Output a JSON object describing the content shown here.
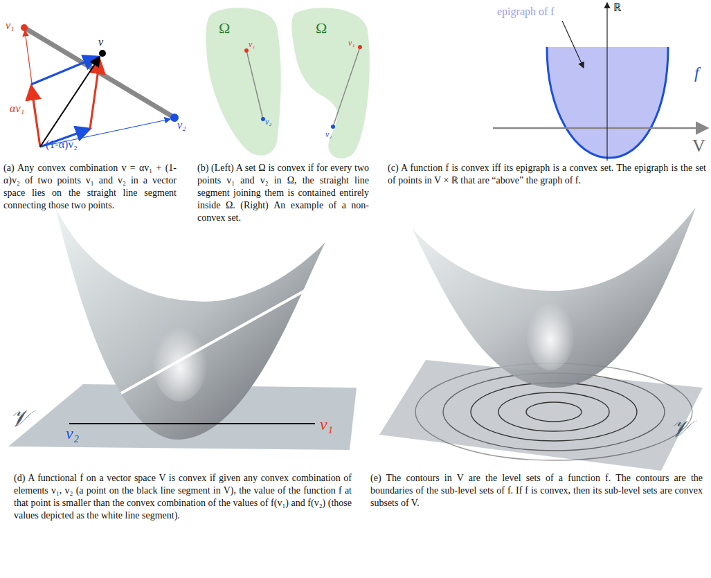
{
  "diagram": {
    "labels": [
      "v₁",
      "v",
      "v₂",
      "αv₁",
      "(1-α)v₂",
      "(a) Any convex combination v = αv₁ + (1-α)v₂ of two points v₁ and v₂ in a vector space lies on the straight line segment connecting those two points.",
      "Ω",
      "v₁",
      "v₂",
      "Ω",
      "v₁",
      "v₂",
      "(b) (Left) A set Ω is convex if for every two points v₁ and v₂ in Ω, the straight line segment joining them is contained entirely inside Ω. (Right) An example of a non-convex set.",
      "epigraph of f",
      "ℝ",
      "f",
      "V",
      "(c) A function f is convex iff its epigraph is a convex set. The epigraph is the set of points in V × ℝ that are “above” the graph of f.",
      "𝒱",
      "v₂",
      "v₁",
      "(d) A functional f on a vector space V is convex if given any convex combination of elements v₁, v₂ (a point on the black line segment in V), the value of the function f at that point is smaller than the convex combination of the values of f(v₁) and f(v₂) (those values depicted as the white line segment).",
      "𝒱",
      "(e) The contours in V are the level sets of a function f. The contours are the boundaries of the sub-level sets of f. If f is convex, then its sub-level sets are convex subsets of V."
    ]
  }
}
